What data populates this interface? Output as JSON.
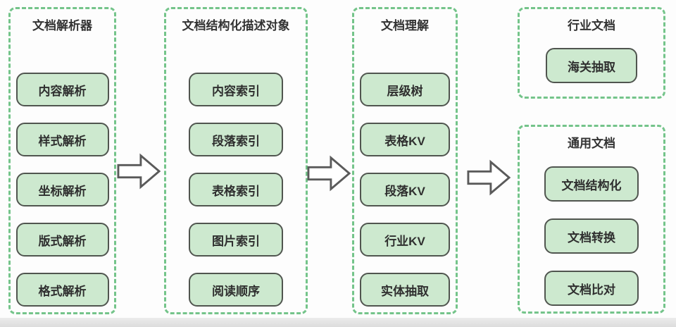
{
  "diagram": {
    "columns": [
      {
        "title": "文档解析器",
        "items": [
          "内容解析",
          "样式解析",
          "坐标解析",
          "版式解析",
          "格式解析"
        ]
      },
      {
        "title": "文档结构化描述对象",
        "items": [
          "内容索引",
          "段落索引",
          "表格索引",
          "图片索引",
          "阅读顺序"
        ]
      },
      {
        "title": "文档理解",
        "items": [
          "层级树",
          "表格KV",
          "段落KV",
          "行业KV",
          "实体抽取"
        ]
      },
      {
        "title": "行业文档",
        "items": [
          "海关抽取"
        ]
      },
      {
        "title": "通用文档",
        "items": [
          "文档结构化",
          "文档转换",
          "文档比对"
        ]
      }
    ],
    "arrows": [
      "right-arrow",
      "right-arrow",
      "right-arrow"
    ],
    "colors": {
      "dashed_border": "#74c48a",
      "box_fill": "#cde9cf",
      "box_border": "#50554f",
      "arrow_outline": "#5a5a5a",
      "text": "#333333"
    }
  }
}
